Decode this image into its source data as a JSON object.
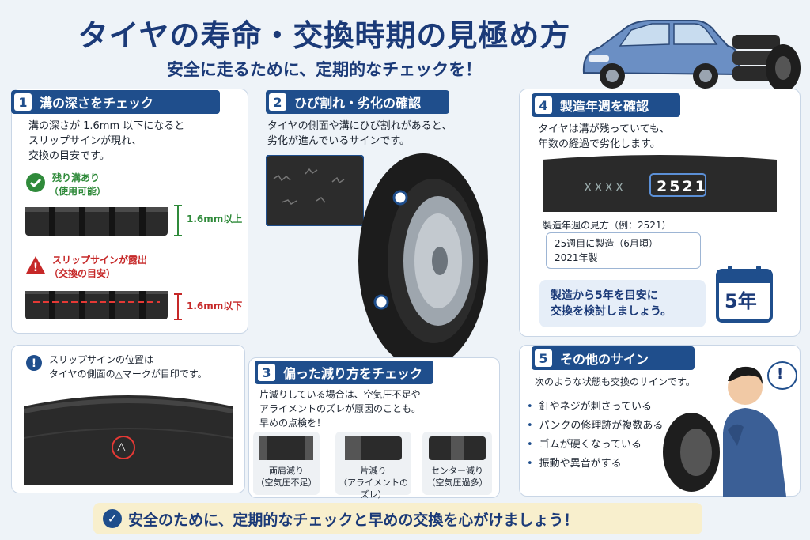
{
  "header": {
    "title": "タイヤの寿命・交換時期の見極め方",
    "subtitle": "安全に走るために、定期的なチェックを！"
  },
  "section1": {
    "number": "1",
    "title": "溝の深さをチェック",
    "desc1": "溝の深さが 1.6mm 以下になると",
    "desc2": "スリップサインが現れ、",
    "desc3": "交換の目安です。",
    "ok_label1": "残り溝あり",
    "ok_label2": "（使用可能）",
    "ok_depth": "1.6mm以上",
    "ng_label1": "スリップサインが露出",
    "ng_label2": "（交換の目安）",
    "ng_depth": "1.6mm以下"
  },
  "slip_info": {
    "line1": "スリップサインの位置は",
    "line2": "タイヤの側面の△マークが目印です。",
    "mark": "△"
  },
  "section2": {
    "number": "2",
    "title": "ひび割れ・劣化の確認",
    "desc1": "タイヤの側面や溝にひび割れがあると、",
    "desc2": "劣化が進んでいるサインです。"
  },
  "section3": {
    "number": "3",
    "title": "偏った減り方をチェック",
    "desc1": "片減りしている場合は、空気圧不足や",
    "desc2": "アライメントのズレが原因のことも。",
    "desc3": "早めの点検を！",
    "cards": [
      {
        "name": "両肩減り",
        "cause": "（空気圧不足）"
      },
      {
        "name": "片減り",
        "cause": "（アライメントのズレ）"
      },
      {
        "name": "センター減り",
        "cause": "（空気圧過多）"
      }
    ]
  },
  "section4": {
    "number": "4",
    "title": "製造年週を確認",
    "desc1": "タイヤは溝が残っていても、",
    "desc2": "年数の経過で劣化します。",
    "sidewall_code": "XXXX",
    "date_code": "2521",
    "howto": "製造年週の見方（例：2521）",
    "week": "25週目に製造（6月頃）",
    "year": "2021年製",
    "advice1": "製造から5年を目安に",
    "advice2": "交換を検討しましょう。",
    "calendar_label": "5年"
  },
  "section5": {
    "number": "5",
    "title": "その他のサイン",
    "desc": "次のような状態も交換のサインです。",
    "items": [
      "釘やネジが刺さっている",
      "パンクの修理跡が複数ある",
      "ゴムが硬くなっている",
      "振動や異音がする"
    ],
    "exclaim": "!"
  },
  "footer": {
    "text": "安全のために、定期的なチェックと早めの交換を心がけましょう！"
  },
  "colors": {
    "navy": "#1f4e8c",
    "title": "#1b3a78",
    "green": "#2f8a3a",
    "red": "#c62828",
    "footer_bg": "#f8efcd"
  },
  "icons": [
    "car-icon",
    "tire-stack-icon",
    "check-circle-icon",
    "warning-triangle-icon",
    "info-icon",
    "calendar-icon",
    "mechanic-icon",
    "tire-icon"
  ]
}
